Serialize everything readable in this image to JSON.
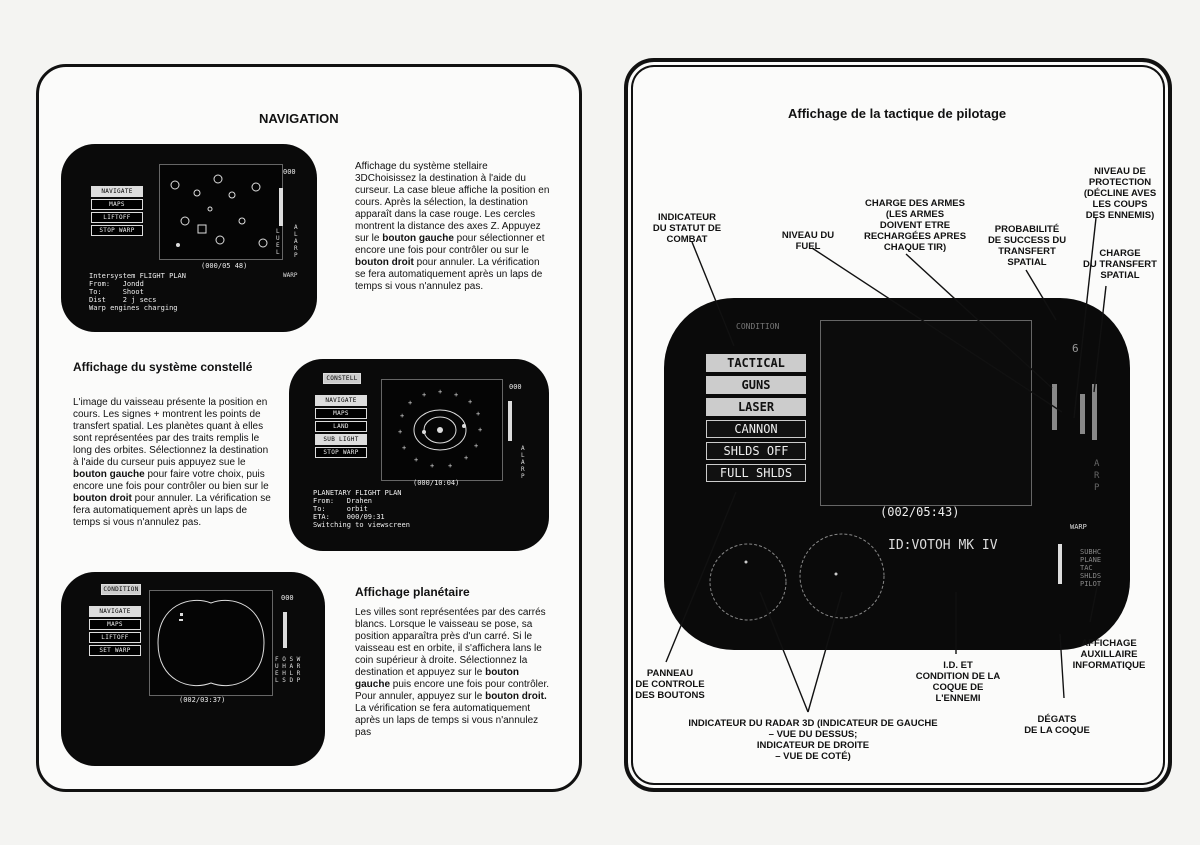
{
  "left_page": {
    "title": "NAVIGATION",
    "nav_screen": {
      "counter": "000",
      "buttons": [
        "NAVIGATE",
        "MAPS",
        "LIFTOFF",
        "STOP WARP"
      ],
      "date": "(000/05 48)",
      "terminal": "Intersystem FLIGHT PLAN\nFrom:   Jondd\nTo:     Shoot\nDist    2 j secs\nWarp engines charging",
      "side_letters": "L\nU\nE\nL",
      "right_letters": "A\nL\nA\nR\nP",
      "panel_label": "WARP"
    },
    "nav_text": "Affichage du système stellaire 3DChoisissez la destination à l'aide du curseur. La case bleue affiche la position en cours. Après la sélection, la destination apparaît dans la case rouge. Les cercles montrent la distance des axes Z. Appuyez sur le ",
    "nav_text_b1": "bouton gauche",
    "nav_text_2": " pour sélectionner et encore une fois pour contrôler ou sur le ",
    "nav_text_b2": "bouton droit",
    "nav_text_3": " pour annuler. La vérification se fera automatiquement après un laps de temps si vous n'annulez pas.",
    "constellation_title": "Affichage du système constellé",
    "constellation_text": "L'image du vaisseau présente la position en cours. Les signes + montrent les points de transfert spatial. Les planètes quant à elles sont représentées par des traits remplis le long des orbites. Sélectionnez la destination à l'aide du curseur puis appuyez sue le ",
    "constellation_b1": "bouton gauche",
    "constellation_text_2": " pour faire votre choix, puis encore une fois pour contrôler ou bien sur le ",
    "constellation_b2": "bouton droit",
    "constellation_text_3": " pour annuler. La vérification se fera automatiquement après un laps de temps si vous n'annulez pas.",
    "const_screen": {
      "header": "CONSTELL",
      "counter": "000",
      "buttons": [
        "NAVIGATE",
        "MAPS",
        "LAND",
        "SUB LIGHT",
        "STOP WARP"
      ],
      "date": "(000/10:04)",
      "terminal": "PLANETARY FLIGHT PLAN\nFrom:   Drahen\nTo:     orbit\nETA:    000/09:31\nSwitching to viewscreen",
      "right_letters": "A\nL\nA\nR\nP"
    },
    "planet_screen": {
      "header": "CONDITION",
      "counter": "000",
      "buttons": [
        "NAVIGATE",
        "MAPS",
        "LIFTOFF",
        "SET WARP"
      ],
      "date": "(002/03:37)",
      "grid_letters": "F O S W\nU H A R\nE H L R\nL S D P"
    },
    "planet_title": "Affichage planétaire",
    "planet_text": "Les villes sont représentées par des carrés blancs. Lorsque le vaisseau se pose, sa position apparaîtra près d'un carré. Si le vaisseau est en orbite, il s'affichera lans le coin supérieur à droite. Sélectionnez la destination et appuyez sur le ",
    "planet_b1": "bouton gauche",
    "planet_text_2": " puis encore une fois pour contrôler. Pour annuler, appuyez sur le ",
    "planet_b2": "bouton droit.",
    "planet_text_3": " La vérification se fera automatiquement après un laps de temps si vous n'annulez pas"
  },
  "right_page": {
    "title": "Affichage de la tactique de pilotage",
    "screen": {
      "header": "CONDITION",
      "buttons": [
        "TACTICAL",
        "GUNS",
        "LASER",
        "CANNON",
        "SHLDS OFF",
        "FULL SHLDS"
      ],
      "selected": [
        true,
        true,
        true,
        false,
        false,
        false
      ],
      "date": "(002/05:43)",
      "id_text": "ID:VOTOH MK IV",
      "counter": "6",
      "aux_header": "WARP",
      "aux_lines": "SUBHC\nPLANE\nTAC\nSHLDS\nPILOT",
      "warp_letters": "A\nR\nP"
    },
    "labels": {
      "combat": "INDICATEUR\nDU STATUT DE\nCOMBAT",
      "fuel": "NIVEAU DU\nFUEL",
      "weapons": "CHARGE DES ARMES\n(LES ARMES\nDOIVENT ETRE\nRECHARGÉES APRES\nCHAQUE TIR)",
      "probability": "PROBABILITÉ\nDE SUCCESS DU\nTRANSFERT\nSPATIAL",
      "protection": "NIVEAU DE\nPROTECTION\n(DÉCLINE AVES\nLES COUPS\nDES ENNEMIS)",
      "charge": "CHARGE\nDU TRANSFERT\nSPATIAL",
      "panel": "PANNEAU\nDE CONTROLE\nDES BOUTONS",
      "radar": "INDICATEUR DU RADAR 3D (INDICATEUR DE GAUCHE\n– VUE DU DESSUS;\nINDICATEUR DE DROITE\n– VUE DE COTÉ)",
      "id": "I.D. ET\nCONDITION DE LA\nCOQUE DE\nL'ENNEMI",
      "aux": "AFFICHAGE\nAUXILLAIRE\nINFORMATIQUE",
      "hull": "DÉGATS\nDE LA COQUE"
    }
  }
}
